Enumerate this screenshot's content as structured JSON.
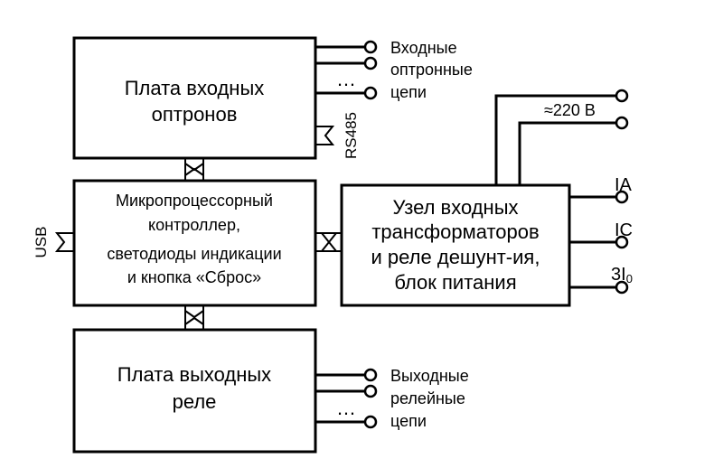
{
  "blocks": {
    "input_optocouplers": {
      "lines": [
        "Плата входных",
        "оптронов"
      ]
    },
    "microcontroller": {
      "lines": [
        "Микропроцессорный",
        "контроллер,",
        "светодиоды индикации",
        "и кнопка «Сброс»"
      ]
    },
    "output_relays": {
      "lines": [
        "Плата выходных",
        "реле"
      ]
    },
    "transformers": {
      "lines": [
        "Узел входных",
        "трансформаторов",
        "и реле дешунт-ия,",
        "блок питания"
      ]
    }
  },
  "labels": {
    "input_circuits": [
      "Входные",
      "оптронные",
      "цепи"
    ],
    "output_circuits": [
      "Выходные",
      "релейные",
      "цепи"
    ],
    "rs485": "RS485",
    "usb": "USB",
    "supply": "≈220 В",
    "ia": "IA",
    "ic": "IC",
    "i0_main": "3I",
    "i0_sub": "0",
    "ellipsis": "…"
  }
}
